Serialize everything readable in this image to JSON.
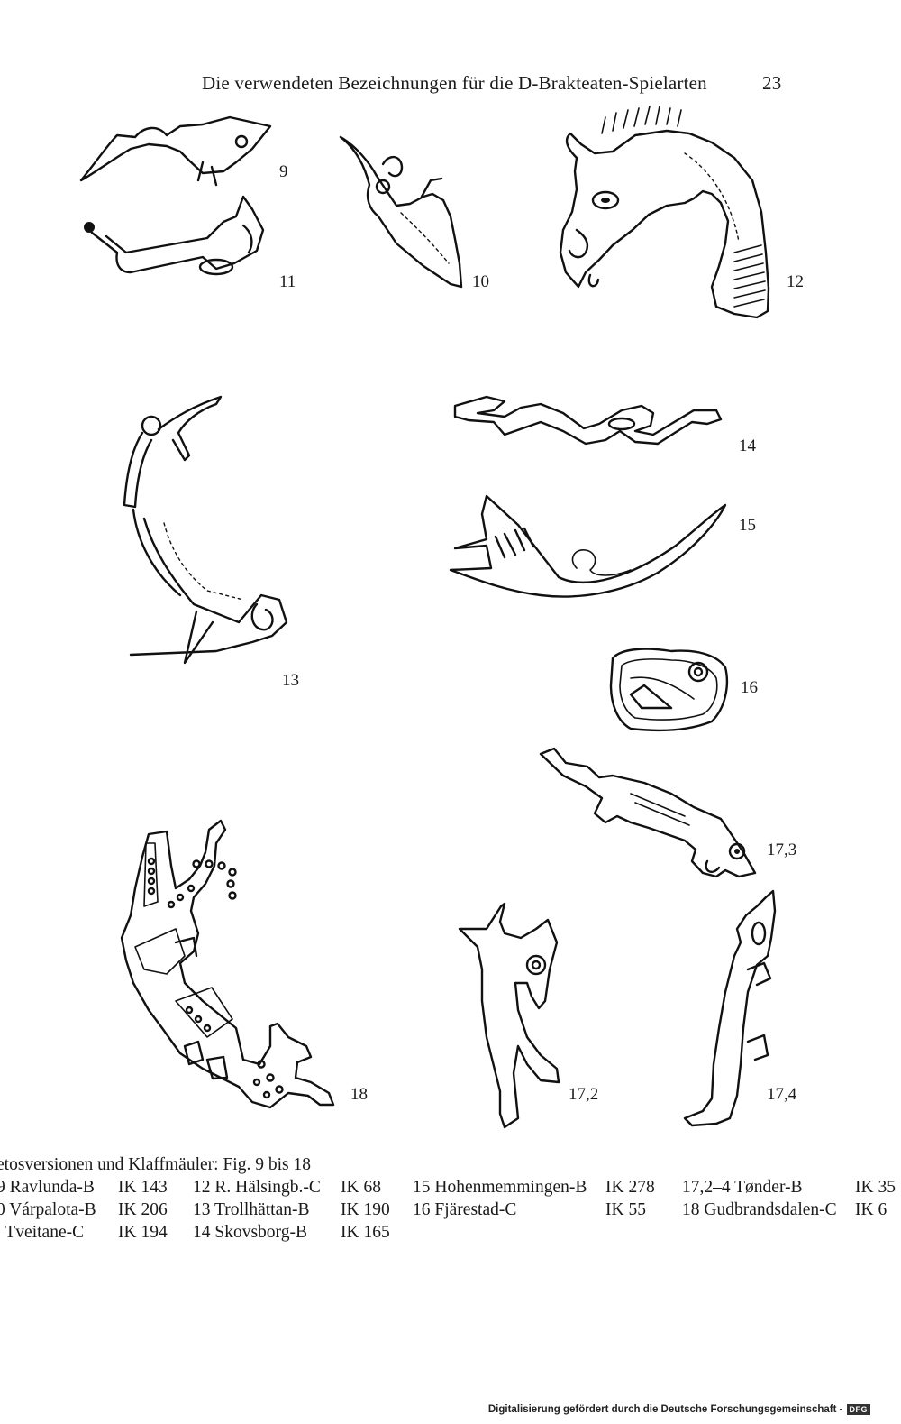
{
  "header": {
    "title": "Die verwendeten Bezeichnungen für die D-Brakteaten-Spielarten",
    "page_number": "23"
  },
  "figures": {
    "f9": "9",
    "f10": "10",
    "f11": "11",
    "f12": "12",
    "f13": "13",
    "f14": "14",
    "f15": "15",
    "f16": "16",
    "f17_3": "17,3",
    "f17_2": "17,2",
    "f17_4": "17,4",
    "f18": "18"
  },
  "caption": {
    "title": "etosversionen und Klaffmäuler: Fig. 9 bis 18",
    "rows": [
      [
        "9 Ravlunda-B",
        "IK 143",
        "12 R. Hälsingb.-C",
        "IK 68",
        "15 Hohenmemmingen-B",
        "IK 278",
        "17,2–4 Tønder-B",
        "IK 35"
      ],
      [
        "0 Várpalota-B",
        "IK 206",
        "13 Trollhättan-B",
        "IK 190",
        "16 Fjärestad-C",
        "IK 55",
        "18 Gudbrandsdalen-C",
        "IK 6"
      ],
      [
        ". Tveitane-C",
        "IK 194",
        "14 Skovsborg-B",
        "IK 165",
        "",
        "",
        "",
        ""
      ]
    ]
  },
  "footer": {
    "text": "Digitalisierung gefördert durch die Deutsche Forschungsgemeinschaft -",
    "logo": "DFG"
  }
}
